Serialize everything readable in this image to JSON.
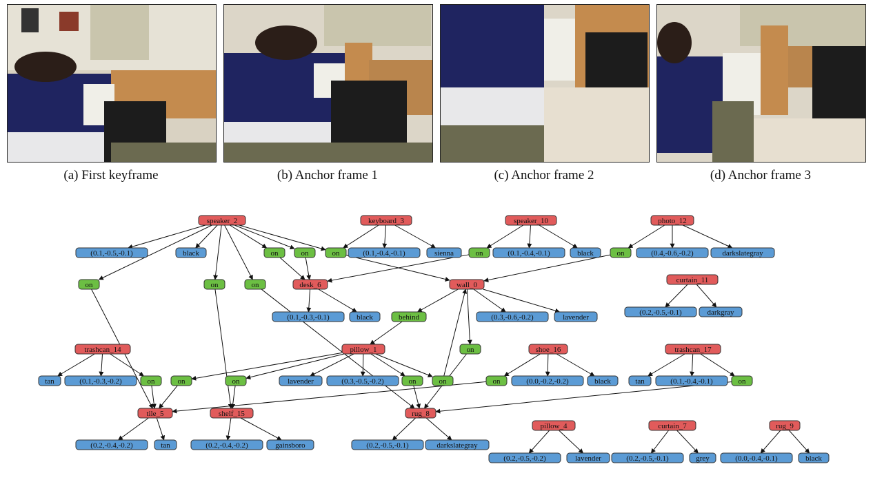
{
  "captions": {
    "a": "(a) First keyframe",
    "b": "(b) Anchor frame 1",
    "c": "(c) Anchor frame 2",
    "d": "(d) Anchor frame 3"
  },
  "colors": {
    "object": "#e15b5b",
    "relation": "#6cbf43",
    "attribute": "#5b9bd5",
    "edge": "#111111"
  },
  "graph": {
    "nodes": [
      {
        "id": "speaker_2",
        "type": "object",
        "label": "speaker_2"
      },
      {
        "id": "keyboard_3",
        "type": "object",
        "label": "keyboard_3"
      },
      {
        "id": "speaker_10",
        "type": "object",
        "label": "speaker_10"
      },
      {
        "id": "photo_12",
        "type": "object",
        "label": "photo_12"
      },
      {
        "id": "s2_pos",
        "type": "attribute",
        "label": "(0.1,-0.5,-0.1)"
      },
      {
        "id": "s2_col",
        "type": "attribute",
        "label": "black"
      },
      {
        "id": "on_a",
        "type": "relation",
        "label": "on"
      },
      {
        "id": "on_b",
        "type": "relation",
        "label": "on"
      },
      {
        "id": "on_c",
        "type": "relation",
        "label": "on"
      },
      {
        "id": "k3_pos",
        "type": "attribute",
        "label": "(0.1,-0.4,-0.1)"
      },
      {
        "id": "k3_col",
        "type": "attribute",
        "label": "sienna"
      },
      {
        "id": "on_d",
        "type": "relation",
        "label": "on"
      },
      {
        "id": "s10_pos",
        "type": "attribute",
        "label": "(0.1,-0.4,-0.1)"
      },
      {
        "id": "s10_col",
        "type": "attribute",
        "label": "black"
      },
      {
        "id": "on_e",
        "type": "relation",
        "label": "on"
      },
      {
        "id": "p12_pos",
        "type": "attribute",
        "label": "(0.4,-0.6,-0.2)"
      },
      {
        "id": "p12_col",
        "type": "attribute",
        "label": "darkslategray"
      },
      {
        "id": "on_f",
        "type": "relation",
        "label": "on"
      },
      {
        "id": "on_g",
        "type": "relation",
        "label": "on"
      },
      {
        "id": "on_h",
        "type": "relation",
        "label": "on"
      },
      {
        "id": "desk_6",
        "type": "object",
        "label": "desk_6"
      },
      {
        "id": "wall_0",
        "type": "object",
        "label": "wall_0"
      },
      {
        "id": "curtain_11",
        "type": "object",
        "label": "curtain_11"
      },
      {
        "id": "c11_pos",
        "type": "attribute",
        "label": "(0.2,-0.5,-0.1)"
      },
      {
        "id": "c11_col",
        "type": "attribute",
        "label": "darkgray"
      },
      {
        "id": "d6_pos",
        "type": "attribute",
        "label": "(0.1,-0.3,-0.1)"
      },
      {
        "id": "d6_col",
        "type": "attribute",
        "label": "black"
      },
      {
        "id": "behind",
        "type": "relation",
        "label": "behind"
      },
      {
        "id": "w0_pos",
        "type": "attribute",
        "label": "(0.3,-0.6,-0.2)"
      },
      {
        "id": "w0_col",
        "type": "attribute",
        "label": "lavender"
      },
      {
        "id": "trashcan_14",
        "type": "object",
        "label": "trashcan_14"
      },
      {
        "id": "pillow_1",
        "type": "object",
        "label": "pillow_1"
      },
      {
        "id": "on_i",
        "type": "relation",
        "label": "on"
      },
      {
        "id": "shoe_16",
        "type": "object",
        "label": "shoe_16"
      },
      {
        "id": "trashcan_17",
        "type": "object",
        "label": "trashcan_17"
      },
      {
        "id": "t14_col",
        "type": "attribute",
        "label": "tan"
      },
      {
        "id": "t14_pos",
        "type": "attribute",
        "label": "(0.1,-0.3,-0.2)"
      },
      {
        "id": "on_j",
        "type": "relation",
        "label": "on"
      },
      {
        "id": "on_k",
        "type": "relation",
        "label": "on"
      },
      {
        "id": "on_l",
        "type": "relation",
        "label": "on"
      },
      {
        "id": "p1_col",
        "type": "attribute",
        "label": "lavender"
      },
      {
        "id": "p1_pos",
        "type": "attribute",
        "label": "(0.3,-0.5,-0.2)"
      },
      {
        "id": "on_m",
        "type": "relation",
        "label": "on"
      },
      {
        "id": "on_n",
        "type": "relation",
        "label": "on"
      },
      {
        "id": "on_o",
        "type": "relation",
        "label": "on"
      },
      {
        "id": "s16_pos",
        "type": "attribute",
        "label": "(0.0,-0.2,-0.2)"
      },
      {
        "id": "s16_col",
        "type": "attribute",
        "label": "black"
      },
      {
        "id": "t17_col",
        "type": "attribute",
        "label": "tan"
      },
      {
        "id": "t17_pos",
        "type": "attribute",
        "label": "(0.1,-0.4,-0.1)"
      },
      {
        "id": "on_p",
        "type": "relation",
        "label": "on"
      },
      {
        "id": "tile_5",
        "type": "object",
        "label": "tile_5"
      },
      {
        "id": "shelf_15",
        "type": "object",
        "label": "shelf_15"
      },
      {
        "id": "rug_8",
        "type": "object",
        "label": "rug_8"
      },
      {
        "id": "pillow_4",
        "type": "object",
        "label": "pillow_4"
      },
      {
        "id": "curtain_7",
        "type": "object",
        "label": "curtain_7"
      },
      {
        "id": "rug_9",
        "type": "object",
        "label": "rug_9"
      },
      {
        "id": "t5_pos",
        "type": "attribute",
        "label": "(0.2,-0.4,-0.2)"
      },
      {
        "id": "t5_col",
        "type": "attribute",
        "label": "tan"
      },
      {
        "id": "sh15_pos",
        "type": "attribute",
        "label": "(0.2,-0.4,-0.2)"
      },
      {
        "id": "sh15_col",
        "type": "attribute",
        "label": "gainsboro"
      },
      {
        "id": "r8_pos",
        "type": "attribute",
        "label": "(0.2,-0.5,-0.1)"
      },
      {
        "id": "r8_col",
        "type": "attribute",
        "label": "darkslategray"
      },
      {
        "id": "p4_pos",
        "type": "attribute",
        "label": "(0.2,-0.5,-0.2)"
      },
      {
        "id": "p4_col",
        "type": "attribute",
        "label": "lavender"
      },
      {
        "id": "c7_pos",
        "type": "attribute",
        "label": "(0.2,-0.5,-0.1)"
      },
      {
        "id": "c7_col",
        "type": "attribute",
        "label": "grey"
      },
      {
        "id": "r9_pos",
        "type": "attribute",
        "label": "(0.0,-0.4,-0.1)"
      },
      {
        "id": "r9_col",
        "type": "attribute",
        "label": "black"
      }
    ],
    "edges": [
      [
        "speaker_2",
        "s2_pos"
      ],
      [
        "speaker_2",
        "s2_col"
      ],
      [
        "speaker_2",
        "on_a"
      ],
      [
        "speaker_2",
        "on_b"
      ],
      [
        "speaker_2",
        "on_c"
      ],
      [
        "speaker_2",
        "on_f"
      ],
      [
        "speaker_2",
        "on_g"
      ],
      [
        "speaker_2",
        "on_h"
      ],
      [
        "keyboard_3",
        "on_c"
      ],
      [
        "keyboard_3",
        "k3_pos"
      ],
      [
        "keyboard_3",
        "k3_col"
      ],
      [
        "speaker_10",
        "on_d"
      ],
      [
        "speaker_10",
        "s10_pos"
      ],
      [
        "speaker_10",
        "s10_col"
      ],
      [
        "photo_12",
        "on_e"
      ],
      [
        "photo_12",
        "p12_pos"
      ],
      [
        "photo_12",
        "p12_col"
      ],
      [
        "on_a",
        "desk_6"
      ],
      [
        "on_b",
        "desk_6"
      ],
      [
        "on_c",
        "wall_0"
      ],
      [
        "on_d",
        "desk_6"
      ],
      [
        "on_e",
        "wall_0"
      ],
      [
        "on_f",
        "tile_5"
      ],
      [
        "on_g",
        "shelf_15"
      ],
      [
        "on_h",
        "rug_8"
      ],
      [
        "desk_6",
        "d6_pos"
      ],
      [
        "desk_6",
        "d6_col"
      ],
      [
        "wall_0",
        "behind"
      ],
      [
        "wall_0",
        "w0_pos"
      ],
      [
        "wall_0",
        "w0_col"
      ],
      [
        "wall_0",
        "on_i"
      ],
      [
        "curtain_11",
        "c11_pos"
      ],
      [
        "curtain_11",
        "c11_col"
      ],
      [
        "behind",
        "pillow_1"
      ],
      [
        "on_i",
        "rug_8"
      ],
      [
        "trashcan_14",
        "t14_col"
      ],
      [
        "trashcan_14",
        "t14_pos"
      ],
      [
        "trashcan_14",
        "on_j"
      ],
      [
        "pillow_1",
        "on_k"
      ],
      [
        "pillow_1",
        "on_l"
      ],
      [
        "pillow_1",
        "p1_col"
      ],
      [
        "pillow_1",
        "p1_pos"
      ],
      [
        "pillow_1",
        "on_m"
      ],
      [
        "pillow_1",
        "on_n"
      ],
      [
        "on_n",
        "wall_0"
      ],
      [
        "shoe_16",
        "on_o"
      ],
      [
        "shoe_16",
        "s16_pos"
      ],
      [
        "shoe_16",
        "s16_col"
      ],
      [
        "trashcan_17",
        "t17_col"
      ],
      [
        "trashcan_17",
        "t17_pos"
      ],
      [
        "trashcan_17",
        "on_p"
      ],
      [
        "on_j",
        "tile_5"
      ],
      [
        "on_k",
        "tile_5"
      ],
      [
        "on_l",
        "shelf_15"
      ],
      [
        "on_m",
        "rug_8"
      ],
      [
        "on_o",
        "tile_5"
      ],
      [
        "on_p",
        "rug_8"
      ],
      [
        "tile_5",
        "t5_pos"
      ],
      [
        "tile_5",
        "t5_col"
      ],
      [
        "shelf_15",
        "sh15_pos"
      ],
      [
        "shelf_15",
        "sh15_col"
      ],
      [
        "rug_8",
        "r8_pos"
      ],
      [
        "rug_8",
        "r8_col"
      ],
      [
        "pillow_4",
        "p4_pos"
      ],
      [
        "pillow_4",
        "p4_col"
      ],
      [
        "curtain_7",
        "c7_pos"
      ],
      [
        "curtain_7",
        "c7_col"
      ],
      [
        "rug_9",
        "r9_pos"
      ],
      [
        "rug_9",
        "r9_col"
      ]
    ]
  }
}
